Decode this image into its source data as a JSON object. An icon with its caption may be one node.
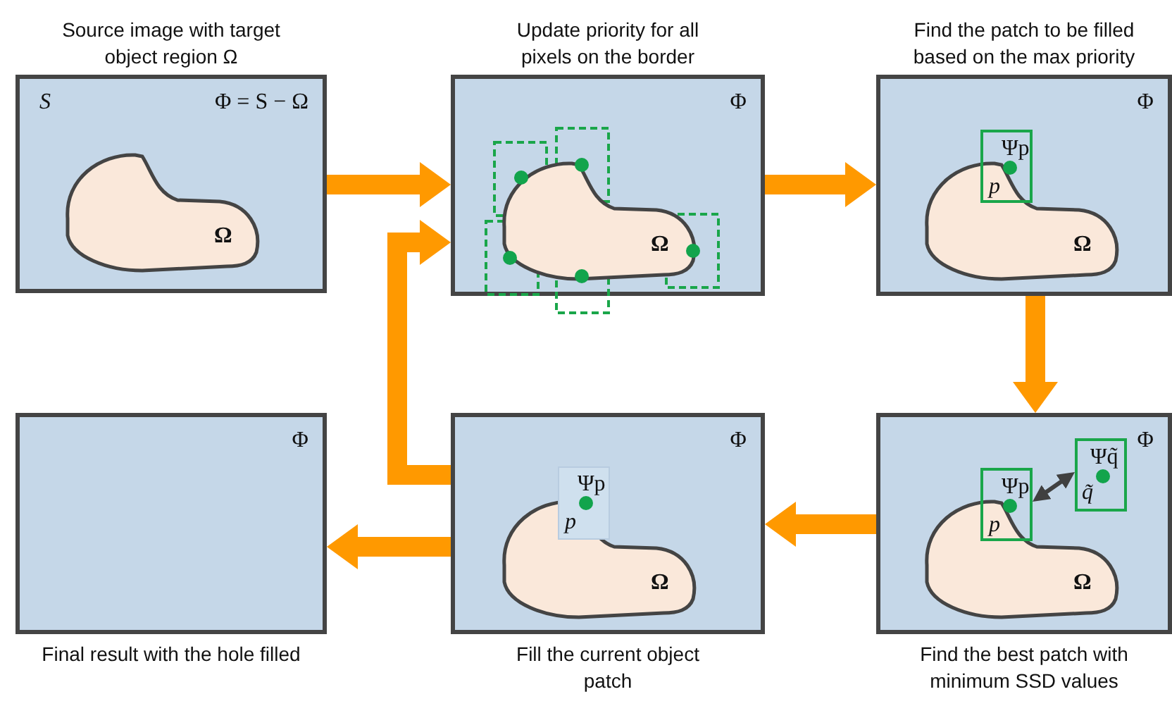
{
  "diagram": {
    "nodes": [
      {
        "text": [
          "Source image with target object region Ω",
          "S",
          "Φ = S − Ω"
        ]
      },
      {
        "text": [
          "Ω"
        ],
        "in": 0
      },
      {
        "text": [
          "Update priority for all pixels on the border",
          "Φ"
        ]
      },
      {
        "text": [
          "Ω"
        ],
        "in": 2
      },
      {
        "text": [
          "Find the patch to be filled based on the max priority",
          "Φ"
        ]
      },
      {
        "text": [
          "Ω"
        ],
        "in": 4
      },
      {
        "text": [
          "Ψp",
          "p"
        ],
        "in": 4
      },
      {
        "text": [
          "Φ",
          "Final result with the hole filled"
        ]
      },
      {
        "text": [
          "Φ",
          "Fill the current object patch"
        ]
      },
      {
        "text": [
          "Ω"
        ],
        "in": 8
      },
      {
        "text": [
          "Ψp",
          "p"
        ],
        "in": 8
      },
      {
        "text": [
          "Φ",
          "Find the best patch with minimum SSD values"
        ]
      },
      {
        "text": [
          "Ω"
        ],
        "in": 11
      },
      {
        "text": [
          "Ψp",
          "p"
        ],
        "in": 11
      },
      {
        "text": [
          "Ψq̃",
          "q̃"
        ],
        "in": 11
      }
    ],
    "edges": [
      {
        "from": 0,
        "to": 2,
        "arrow": "to"
      },
      {
        "from": 2,
        "to": 4,
        "arrow": "to"
      },
      {
        "from": 4,
        "to": 11,
        "arrow": "to"
      },
      {
        "from": 11,
        "to": 8,
        "arrow": "to"
      },
      {
        "from": 8,
        "to": 7,
        "arrow": "to"
      },
      {
        "from": 8,
        "to": 2,
        "arrow": "to"
      },
      {
        "from": 13,
        "to": 14,
        "arrow": "both",
        "color": "#404040"
      }
    ]
  }
}
